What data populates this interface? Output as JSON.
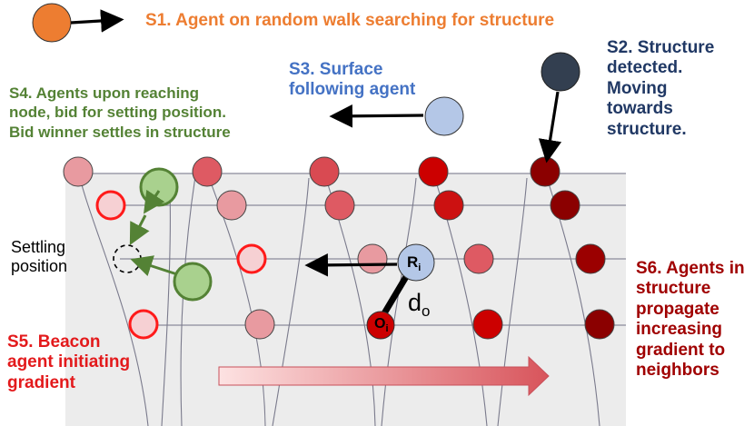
{
  "labels": {
    "s1": "S1. Agent on random walk searching for structure",
    "s2": "S2. Structure\ndetected.\nMoving\ntowards\nstructure.",
    "s3": "S3. Surface\nfollowing agent",
    "s4": "S4. Agents upon reaching\nnode,  bid for setting position.\nBid winner settles in structure",
    "s5": "S5. Beacon\nagent initiating\ngradient",
    "s6": "S6. Agents in\nstructure\npropagate\nincreasing\ngradient to\nneighbors",
    "settling": "Settling\nposition"
  },
  "symbols": {
    "r": "R",
    "r_sub": "i",
    "o": "O",
    "o_sub": "i",
    "d": "d",
    "d_sub": "o"
  },
  "colors": {
    "s1": "#ed7d31",
    "s2": "#203864",
    "s3": "#4472c4",
    "s4": "#548235",
    "s5": "#e31a1c",
    "s6": "#a00000",
    "green_agent_fill": "#a9d18e",
    "green_agent_stroke": "#548235",
    "beacon_stroke": "#ff1a1a",
    "structure_fill": "#ededed",
    "dark_agent": "#333f50",
    "blue_agent": "#b4c7e7",
    "orange_agent": "#ed7d31"
  }
}
